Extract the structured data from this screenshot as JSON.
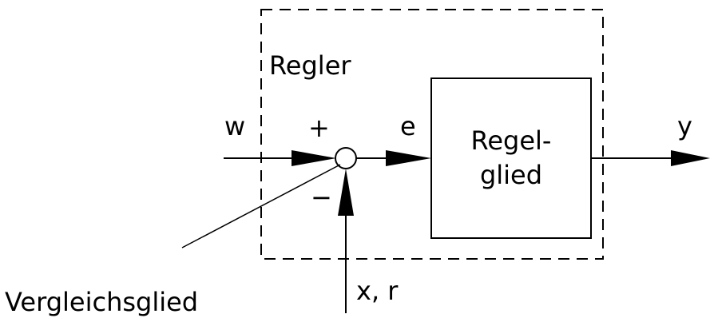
{
  "diagram": {
    "controller_label": "Regler",
    "block_label_line1": "Regel-",
    "block_label_line2": "glied",
    "input_w": "w",
    "plus_sign": "+",
    "minus_sign": "−",
    "error_e": "e",
    "output_y": "y",
    "feedback_x_r": "x, r",
    "comparator_label": "Vergleichsglied"
  }
}
